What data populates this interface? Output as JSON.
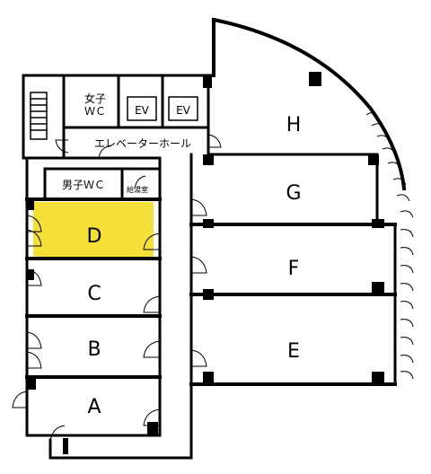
{
  "rooms": [
    {
      "id": "H",
      "label": "H"
    },
    {
      "id": "G",
      "label": "G"
    },
    {
      "id": "F",
      "label": "F"
    },
    {
      "id": "E",
      "label": "E"
    },
    {
      "id": "D",
      "label": "D",
      "highlighted": true
    },
    {
      "id": "C",
      "label": "C"
    },
    {
      "id": "B",
      "label": "B"
    },
    {
      "id": "A",
      "label": "A"
    }
  ],
  "facilities": {
    "womens_wc": {
      "line1": "女子",
      "line2": "ＷＣ"
    },
    "ev1": "EV",
    "ev2": "EV",
    "elevator_hall": "エレベーターホール",
    "mens_wc": "男子ＷＣ",
    "kettle_room": "給湯室"
  },
  "colors": {
    "highlight": "#f5e03a",
    "wall": "#000000"
  }
}
